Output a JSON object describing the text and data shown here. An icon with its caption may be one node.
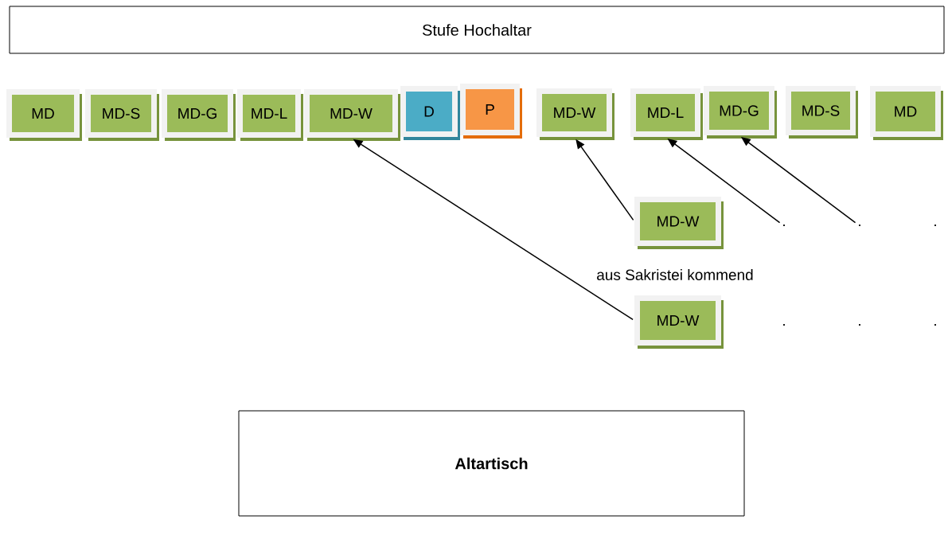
{
  "diagram": {
    "nodes": [
      {
        "text": [
          "Stufe Hochaltar"
        ]
      },
      {
        "text": [
          "MD"
        ]
      },
      {
        "text": [
          "MD-S"
        ]
      },
      {
        "text": [
          "MD-G"
        ]
      },
      {
        "text": [
          "MD-L"
        ]
      },
      {
        "text": [
          "MD-W"
        ]
      },
      {
        "text": [
          "D"
        ]
      },
      {
        "text": [
          "P"
        ]
      },
      {
        "text": [
          "MD-W"
        ]
      },
      {
        "text": [
          "MD-L"
        ]
      },
      {
        "text": [
          "MD-G"
        ]
      },
      {
        "text": [
          "MD-S"
        ]
      },
      {
        "text": [
          "MD"
        ]
      },
      {
        "text": [
          "MD-W"
        ]
      },
      {
        "text": [
          "."
        ]
      },
      {
        "text": [
          "."
        ]
      },
      {
        "text": [
          "MD-W"
        ]
      },
      {
        "text": [
          "Altartisch"
        ]
      }
    ],
    "edges": [
      {
        "from": 13,
        "to": 8,
        "arrow": "to"
      },
      {
        "from": 14,
        "to": 9,
        "arrow": "to"
      },
      {
        "from": 15,
        "to": 10,
        "arrow": "to"
      },
      {
        "from": 16,
        "to": 5,
        "arrow": "to"
      }
    ],
    "labels": [
      ".",
      "aus Sakristei kommend",
      ".",
      ".",
      "."
    ]
  }
}
